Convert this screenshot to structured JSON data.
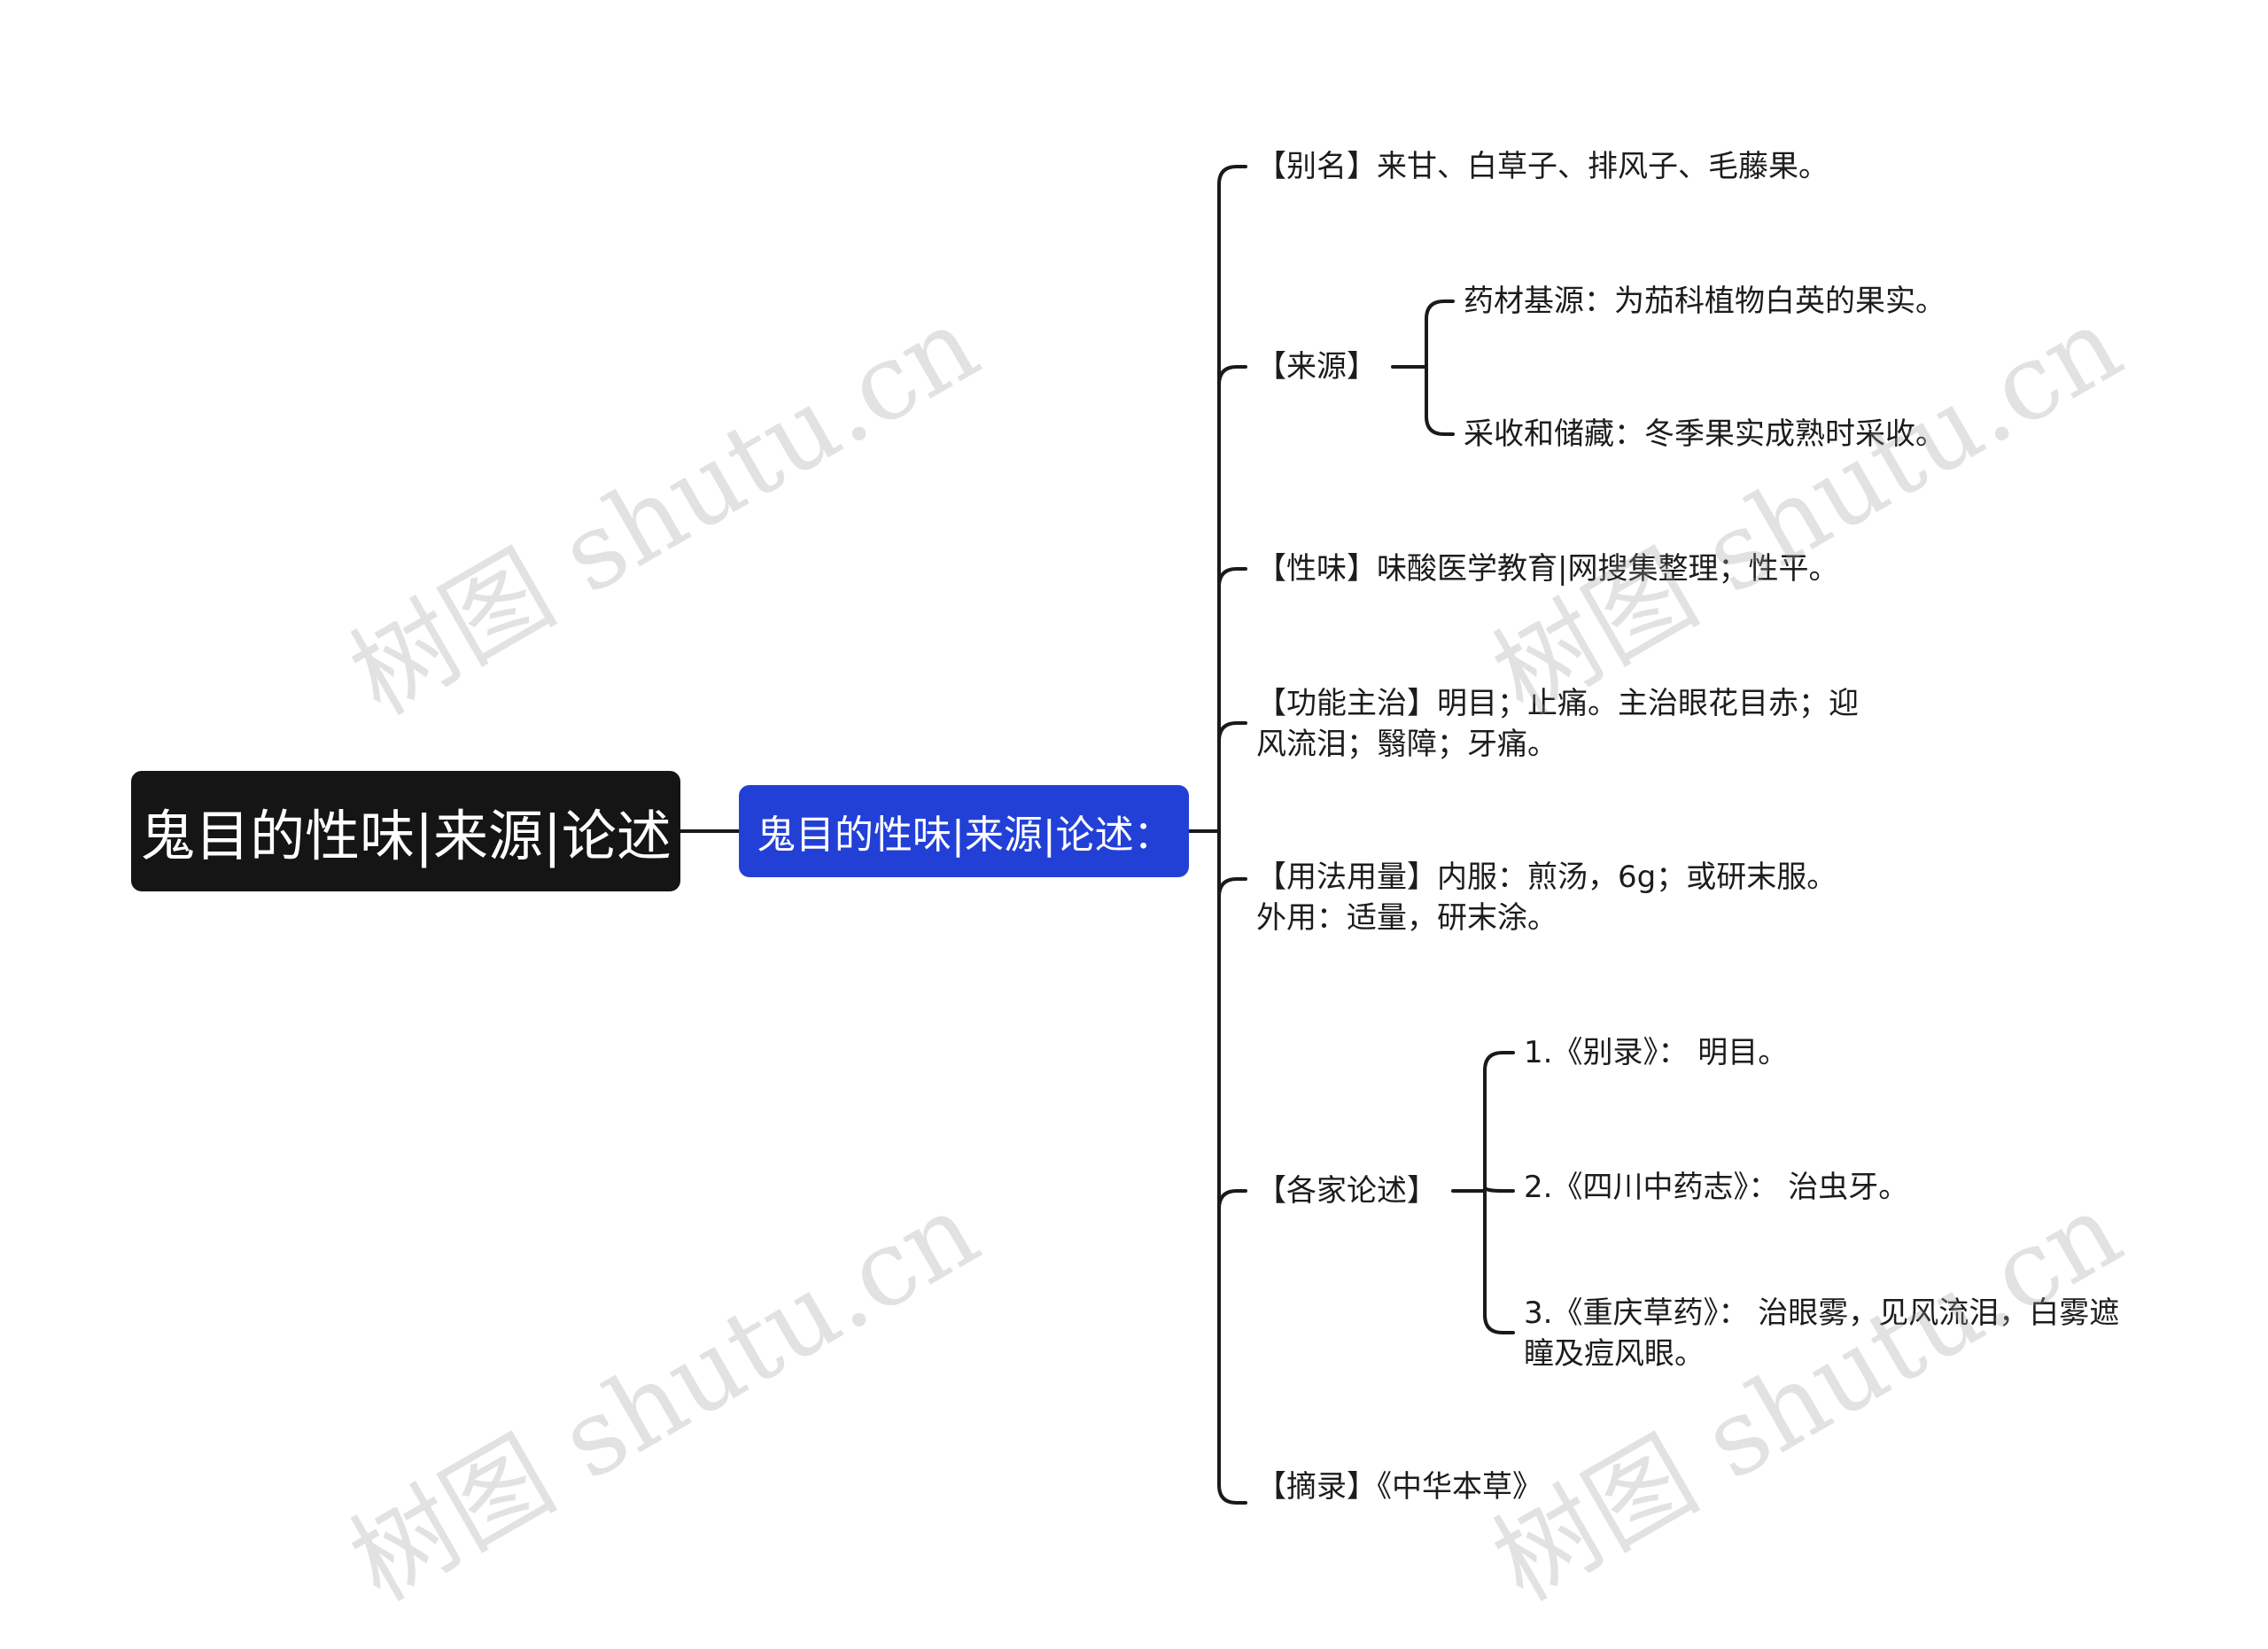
{
  "root": {
    "title": "鬼目的性味|来源|论述"
  },
  "branch": {
    "title": "鬼目的性味|来源|论述："
  },
  "items": {
    "alias": "【别名】来甘、白草子、排风子、毛藤果。",
    "source": {
      "label": "【来源】",
      "children": [
        "药材基源：为茄科植物白英的果实。",
        "采收和储藏：冬季果实成熟时采收。"
      ]
    },
    "taste": "【性味】味酸医学教育|网搜集整理；性平。",
    "function": [
      "【功能主治】明目；止痛。主治眼花目赤；迎",
      "风流泪；翳障；牙痛。"
    ],
    "usage": [
      "【用法用量】内服：煎汤，6g；或研末服。",
      "外用：适量，研末涂。"
    ],
    "discussions": {
      "label": "【各家论述】",
      "children": [
        [
          "1.《别录》：  明目。"
        ],
        [
          "2.《四川中药志》：  治虫牙。"
        ],
        [
          "3.《重庆草药》：  治眼雾，见风流泪，白雾遮",
          "瞳及痘风眼。"
        ]
      ]
    },
    "excerpt": "【摘录】《中华本草》"
  },
  "watermark": "树图 shutu.cn"
}
